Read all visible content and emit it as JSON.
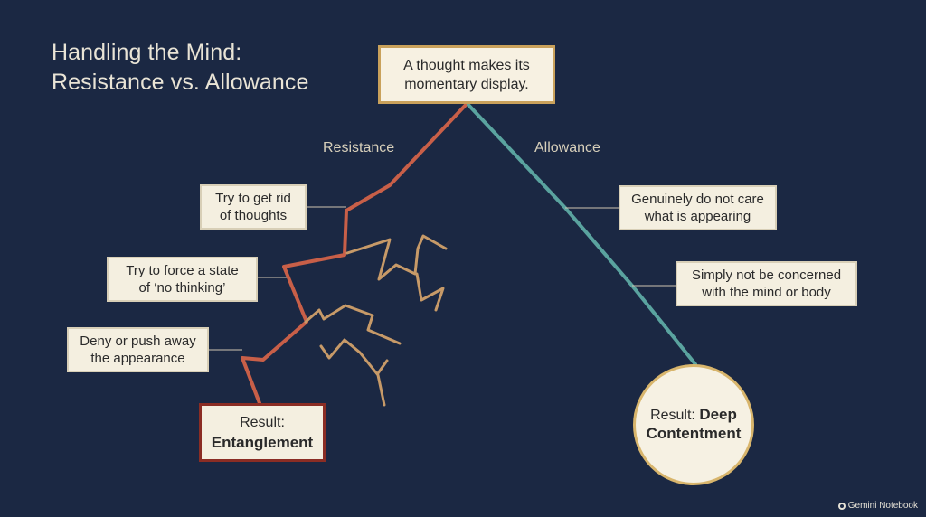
{
  "title": {
    "line1": "Handling the Mind:",
    "line2": "Resistance vs. Allowance"
  },
  "top_box": {
    "line1": "A thought makes its",
    "line2": "momentary display."
  },
  "labels": {
    "resistance": "Resistance",
    "allowance": "Allowance"
  },
  "left_items": [
    {
      "line1": "Try to get rid",
      "line2": "of thoughts"
    },
    {
      "line1": "Try to force a state",
      "line2": "of ‘no thinking’"
    },
    {
      "line1": "Deny or push away",
      "line2": "the appearance"
    }
  ],
  "right_items": [
    {
      "line1": "Genuinely do not care",
      "line2": "what is appearing"
    },
    {
      "line1": "Simply not be concerned",
      "line2": "with the mind or body"
    }
  ],
  "results": {
    "left_prefix": "Result:",
    "left_text": "Entanglement",
    "right_prefix": "Result:",
    "right_line1": "Deep",
    "right_line2": "Contentment"
  },
  "footer": {
    "icon": "gemini-notebook-icon",
    "text": "Gemini Notebook"
  },
  "colors": {
    "background": "#1b2843",
    "resistance_path": "#c85f48",
    "allowance_path": "#5aa39f",
    "resistance_shards": "#c79a68",
    "result_left_border": "#8b2d24",
    "result_right_border": "#d8b56c",
    "box_fill": "#f4efe0"
  }
}
